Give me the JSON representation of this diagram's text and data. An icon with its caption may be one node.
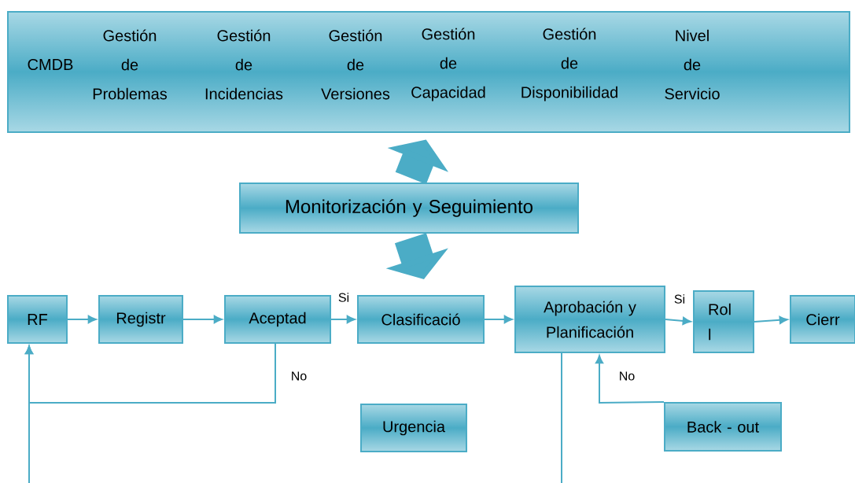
{
  "diagram": {
    "nodes": [
      {
        "text": [
          "CMDB",
          "Gestión de Problemas",
          "Gestión de Incidencias",
          "Gestión de Versiones",
          "Gestión de Capacidad",
          "Gestión de Disponibilidad",
          "Nivel de Servicio"
        ]
      },
      {
        "text": [
          "Monitorización y Seguimiento"
        ]
      },
      {
        "text": [
          "RF"
        ]
      },
      {
        "text": [
          "Registr"
        ]
      },
      {
        "text": [
          "Aceptad"
        ]
      },
      {
        "text": [
          "Clasificació"
        ]
      },
      {
        "text": [
          "Aprobación y Planificación"
        ]
      },
      {
        "text": [
          "Rol l"
        ]
      },
      {
        "text": [
          "Cierr"
        ]
      },
      {
        "text": [
          "Urgencia"
        ]
      },
      {
        "text": [
          "Back - out"
        ]
      }
    ],
    "edges": [
      {
        "from": 2,
        "to": 3,
        "arrow": "to"
      },
      {
        "from": 3,
        "to": 4,
        "arrow": "to"
      },
      {
        "from": 4,
        "to": 5,
        "arrow": "to",
        "label": "Si"
      },
      {
        "from": 5,
        "to": 6,
        "arrow": "to"
      },
      {
        "from": 6,
        "to": 7,
        "arrow": "to",
        "label": "Si"
      },
      {
        "from": 7,
        "to": 8,
        "arrow": "to"
      },
      {
        "from": 4,
        "to": 2,
        "arrow": "to",
        "label": "No"
      },
      {
        "from": null,
        "to": 2,
        "arrow": "to"
      },
      {
        "from": 6,
        "to": null,
        "arrow": "none"
      },
      {
        "from": 10,
        "to": 6,
        "arrow": "to",
        "label": "No"
      },
      {
        "from": 1,
        "to": 0,
        "arrow": "to",
        "style": "thick"
      },
      {
        "from": 1,
        "to": null,
        "arrow": "to",
        "style": "thick"
      }
    ]
  }
}
